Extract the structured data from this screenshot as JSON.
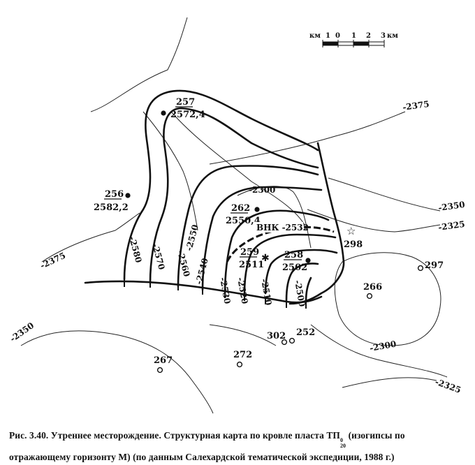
{
  "scale_bar": {
    "left_unit": "км",
    "ticks": [
      "1",
      "0",
      "1",
      "2",
      "3"
    ],
    "right_unit": "км"
  },
  "wells": [
    {
      "id": "257",
      "value": "2572,4",
      "marker": "dot",
      "underlined": true
    },
    {
      "id": "256",
      "value": "2582,2",
      "marker": "dot",
      "underlined": true
    },
    {
      "id": "262",
      "value": "2550,4",
      "marker": "dot",
      "underlined": true
    },
    {
      "id": "259",
      "value": "2511",
      "marker": "star-filled",
      "underlined": true
    },
    {
      "id": "258",
      "value": "2502",
      "marker": "dot",
      "underlined": true
    },
    {
      "id": "298",
      "value": "",
      "marker": "star-open",
      "underlined": false
    },
    {
      "id": "297",
      "value": "",
      "marker": "circle",
      "underlined": false
    },
    {
      "id": "266",
      "value": "",
      "marker": "circle",
      "underlined": false
    },
    {
      "id": "302",
      "value": "",
      "marker": "circle",
      "underlined": false
    },
    {
      "id": "252",
      "value": "",
      "marker": "circle",
      "underlined": false
    },
    {
      "id": "272",
      "value": "",
      "marker": "circle",
      "underlined": false
    },
    {
      "id": "267",
      "value": "",
      "marker": "circle",
      "underlined": false
    }
  ],
  "isolines": {
    "n2375_a": "-2375",
    "n2375_b": "-2375",
    "n2350_a": "-2350",
    "n2350_b": "-2350",
    "n2325_a": "-2325",
    "n2325_b": "-2325",
    "n2300_a": "-2300",
    "n2300_b": "-2300",
    "n2580": "-2580",
    "n2570": "-2570",
    "n2560": "-2560",
    "n2550": "-2550",
    "n2540": "-2540",
    "n2530": "-2530",
    "n2520": "-2520",
    "n2510": "-2510",
    "n2500": "-2500"
  },
  "vnk_label": "ВНК -2532",
  "caption": {
    "part1": "Рис. 3.40. Утреннее месторождение. Структурная карта по кровле пласта ",
    "symbol": "ТП",
    "symbol_sup": "0",
    "symbol_sub": "20",
    "part2": " (изогипсы по отражающему горизонту М) (по данным Салехардской тематической экспедиции, 1988 г.)"
  }
}
